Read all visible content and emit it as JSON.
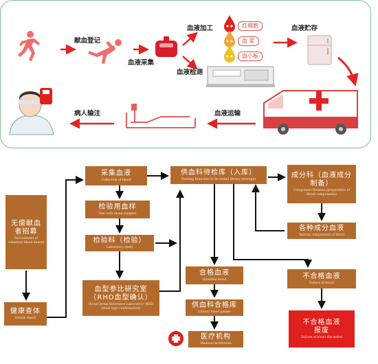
{
  "colors": {
    "panel_border": "#7fbf96",
    "box_brown": "#b36b2d",
    "box_red": "#e0201c",
    "arrow_red": "#e02424",
    "figure_pink": "#f26d6d",
    "flow_arrow": "#111111"
  },
  "icons": [
    "running-person-icon",
    "pushing-person-icon",
    "blood-bag-icon",
    "blood-drop-icon",
    "refrigerator-icon",
    "analyzer-machine-icon",
    "ambulance-icon",
    "hospital-bed-icon",
    "patient-icon",
    "red-cross-icon"
  ],
  "top_flow": {
    "donation_registration": "献血登记",
    "blood_collection": "血液采集",
    "blood_processing": "血液加工",
    "red_cells": "红细胞",
    "plasma": "血 浆",
    "platelets": "血小板",
    "blood_testing": "血液检测",
    "blood_storage": "血液贮存",
    "blood_transport": "血液运输",
    "patient_transfusion": "病人输注"
  },
  "bottom_flow": {
    "recruitment": {
      "zh": "无偿献血者招募",
      "en": "Recruitment of voluntary blood donors"
    },
    "health_check": {
      "zh": "健康查体",
      "en": "Health check"
    },
    "collection": {
      "zh": "采集血液",
      "en": "Collection of blood"
    },
    "test_samples": {
      "zh": "检验用血样",
      "en": "Test with blood samples"
    },
    "laboratory": {
      "zh": "检验科（检验）",
      "en": "Laboratory (test)"
    },
    "blood_group_lab": {
      "zh": "血型参比研究室（RHD血型确认）",
      "en": "Blood Group Reference Laboratory (RHD blood type confirmation)"
    },
    "feeding_branches": {
      "zh": "供血科待检库（入库）",
      "en": "Feeding branches to be tested library (storage)"
    },
    "component_division": {
      "zh": "成分科（血液成分制备）",
      "en": "Component Division (preparation of blood components)"
    },
    "various_components": {
      "zh": "各种成分血液",
      "en": "Various components of blood"
    },
    "qualified": {
      "zh": "合格血液",
      "en": "Qualified blood"
    },
    "library_passes": {
      "zh": "供血科合格库",
      "en": "Library blood passes"
    },
    "medical_institutions": {
      "zh": "医疗机构",
      "en": "Medical institutions"
    },
    "failure": {
      "zh": "不合格血液",
      "en": "Failure of blood"
    },
    "discarded": {
      "zh": "不合格血液报废",
      "en": "Failure of blood discarded"
    }
  }
}
